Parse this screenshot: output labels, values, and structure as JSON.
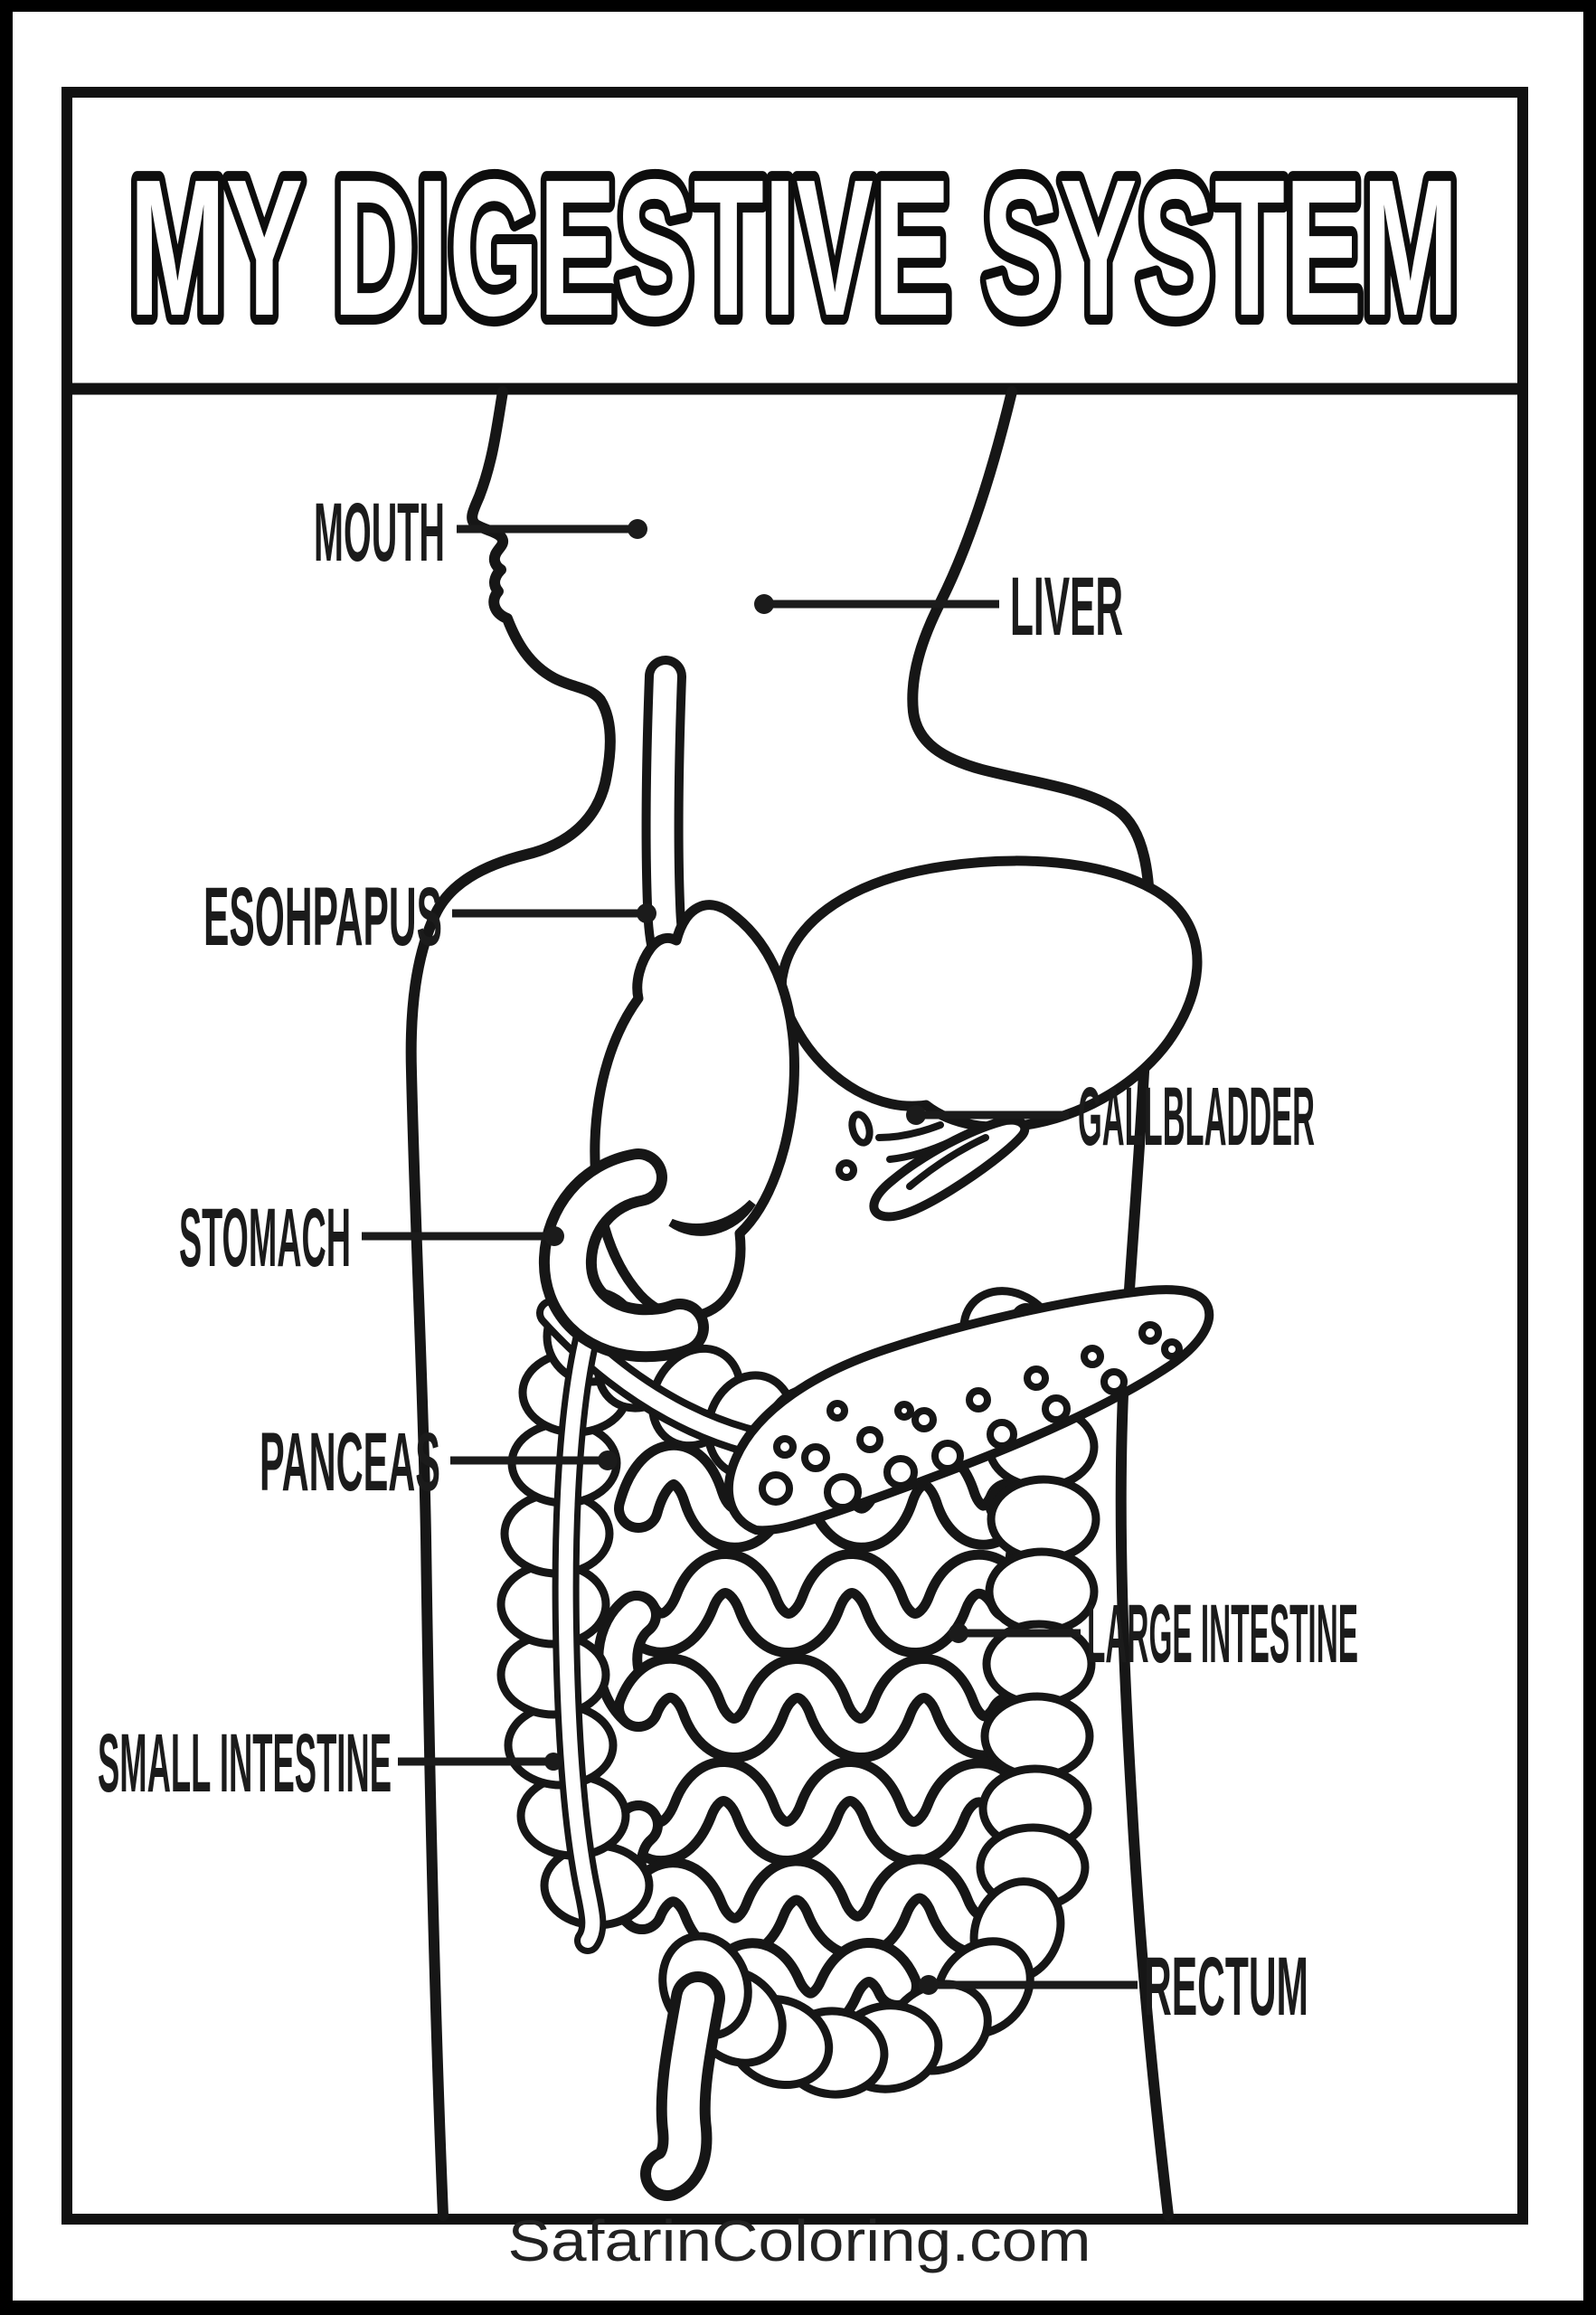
{
  "page": {
    "title": "MY DIGESTIVE SYSTEM",
    "watermark": "SafarinColoring.com",
    "background_color": "#ffffff",
    "line_color": "#161616",
    "edge_bar_color": "#000000"
  },
  "labels": {
    "mouth": "MOUTH",
    "liver": "LIVER",
    "esophagus": "ESOHPAPUS",
    "gallbladder": "GALLBLADDER",
    "stomach": "STOMACH",
    "pancreas": "PANCEAS",
    "large_intestine": "LARGE INTESTINE",
    "small_intestine": "SMALL INTESTINE",
    "rectum": "RECTUM"
  }
}
